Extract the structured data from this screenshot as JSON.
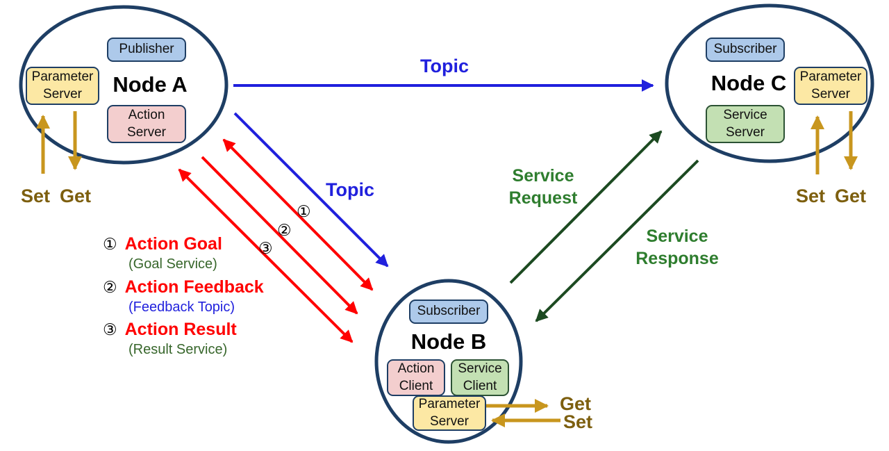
{
  "nodes": {
    "a": {
      "title": "Node A",
      "publisher": "Publisher",
      "param_server": "Parameter Server",
      "action_server": "Action Server",
      "set_label": "Set",
      "get_label": "Get"
    },
    "b": {
      "title": "Node B",
      "subscriber": "Subscriber",
      "action_client": "Action Client",
      "service_client": "Service Client",
      "param_server": "Parameter Server",
      "set_label": "Set",
      "get_label": "Get"
    },
    "c": {
      "title": "Node C",
      "subscriber": "Subscriber",
      "param_server": "Parameter Server",
      "service_server": "Service Server",
      "set_label": "Set",
      "get_label": "Get"
    }
  },
  "arrows": {
    "topic_a_to_c": "Topic",
    "topic_a_to_b": "Topic",
    "service_request": "Service Request",
    "service_response": "Service Response",
    "marker_1": "①",
    "marker_2": "②",
    "marker_3": "③"
  },
  "legend": {
    "items": [
      {
        "num": "①",
        "title": "Action Goal",
        "subtitle": "(Goal Service)"
      },
      {
        "num": "②",
        "title": "Action Feedback",
        "subtitle": "(Feedback Topic)"
      },
      {
        "num": "③",
        "title": "Action Result",
        "subtitle": "(Result Service)"
      }
    ]
  },
  "colors": {
    "node_border": "#1E3E64",
    "topic_blue": "#2020DD",
    "action_red": "#FF0000",
    "service_green_arrow": "#1C4A21",
    "service_green_text": "#2E7D2E",
    "legend_green": "#37662B",
    "param_gold_arrow": "#C8961E",
    "param_gold_text": "#7D5F0F",
    "box_blue": "#ADC9EA",
    "box_yellow": "#FCE8A4",
    "box_pink": "#F3CECE",
    "box_green": "#C3E0B3"
  }
}
